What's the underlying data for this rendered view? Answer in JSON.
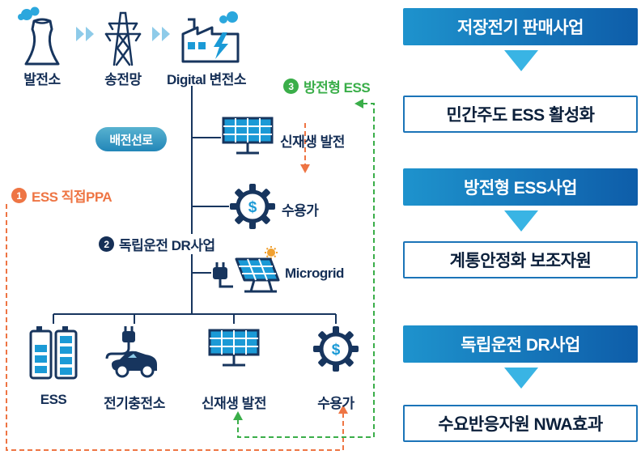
{
  "colors": {
    "navy": "#17355e",
    "cyan": "#1b9ad6",
    "light_blue": "#8ecbe9",
    "orange": "#ee7544",
    "green": "#3aae49",
    "header_blue_start": "#1e93cd",
    "header_blue_end": "#0e5da9",
    "result_border": "#1b74b8",
    "pill_teal": "#2286b8"
  },
  "icons": {
    "dollar_symbol": "$"
  },
  "chain": {
    "plant": "발전소",
    "grid": "송전망",
    "substation": "Digital 변전소"
  },
  "labels": {
    "distribution_line": "배전선로",
    "renewable_top": "신재생 발전",
    "consumer_mid": "수용가",
    "microgrid": "Microgrid",
    "ess": "ESS",
    "ev_station": "전기충전소",
    "renewable_bottom": "신재생 발전",
    "consumer_bottom": "수용가"
  },
  "annotations": {
    "ppa": {
      "num": "1",
      "text": "ESS 직접PPA"
    },
    "dr": {
      "num": "2",
      "text": "독립운전 DR사업"
    },
    "discharge": {
      "num": "3",
      "text": "방전형 ESS"
    }
  },
  "panel": {
    "groups": [
      {
        "header": "저장전기 판매사업",
        "result": "민간주도 ESS 활성화"
      },
      {
        "header": "방전형 ESS사업",
        "result": "계통안정화 보조자원"
      },
      {
        "header": "독립운전 DR사업",
        "result": "수요반응자원 NWA효과"
      }
    ]
  }
}
